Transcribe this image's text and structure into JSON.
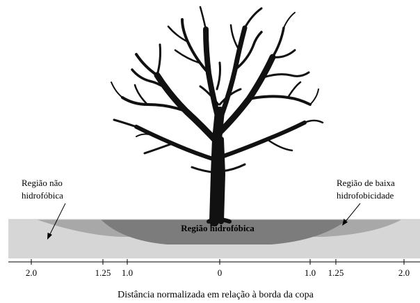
{
  "labels": {
    "left_region_line1": "Região não",
    "left_region_line2": "hidrofóbica",
    "right_region_line1": "Região de baixa",
    "right_region_line2": "hidrofobicidade",
    "center_region": "Região hidrofóbica",
    "axis_caption": "Distância normalizada em relação à borda da copa"
  },
  "axis_ticks": [
    "2.0",
    "1.25",
    "1.0",
    "0",
    "1.0",
    "1.25",
    "2.0"
  ],
  "colors": {
    "non_hydrophobic": "#d6d6d6",
    "low_hydrophobicity": "#a8a8a8",
    "hydrophobic": "#7c7c7c",
    "tree": "#111111"
  },
  "icons": [
    "tree-icon",
    "arrow-icon"
  ]
}
